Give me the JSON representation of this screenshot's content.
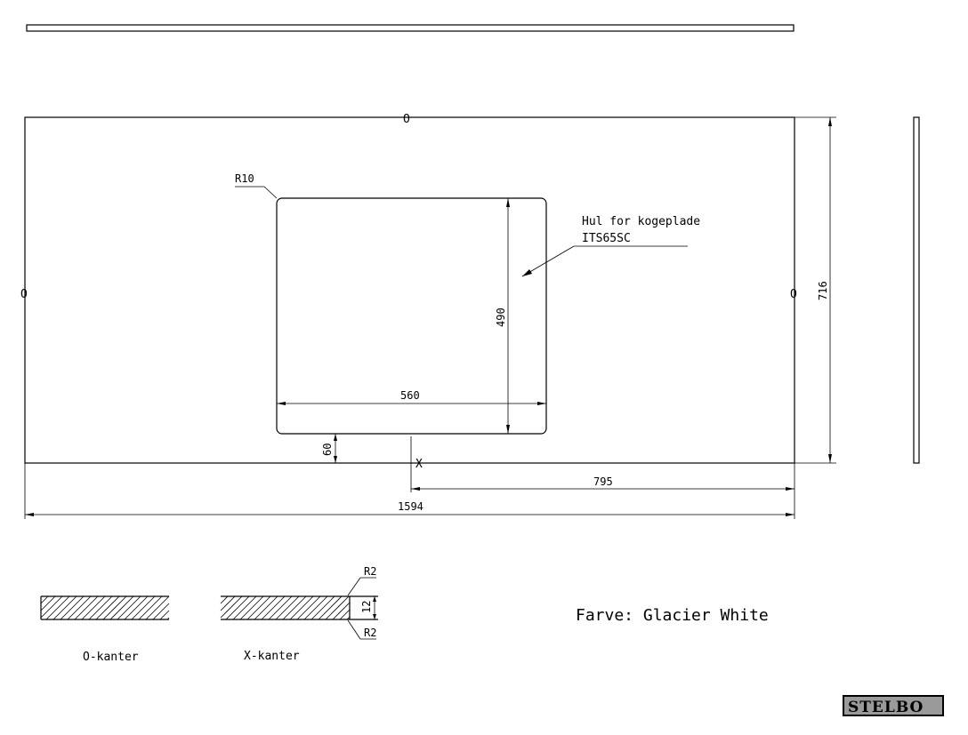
{
  "edge_marks": {
    "top": "O",
    "left": "O",
    "right": "O",
    "bottom": "X"
  },
  "dimensions": {
    "height": "716",
    "hole_height": "490",
    "hole_width": "560",
    "hole_offset_bottom": "60",
    "hole_center_from_right": "795",
    "total_length": "1594",
    "corner_radius": "R10"
  },
  "hole_note": {
    "line1": "Hul for kogeplade",
    "line2": "ITS65SC"
  },
  "sections": {
    "o_edge_label": "O-kanter",
    "x_edge_label": "X-kanter",
    "radius_top": "R2",
    "radius_bottom": "R2",
    "thickness": "12"
  },
  "color_note": "Farve: Glacier White",
  "logo": "STELBO"
}
